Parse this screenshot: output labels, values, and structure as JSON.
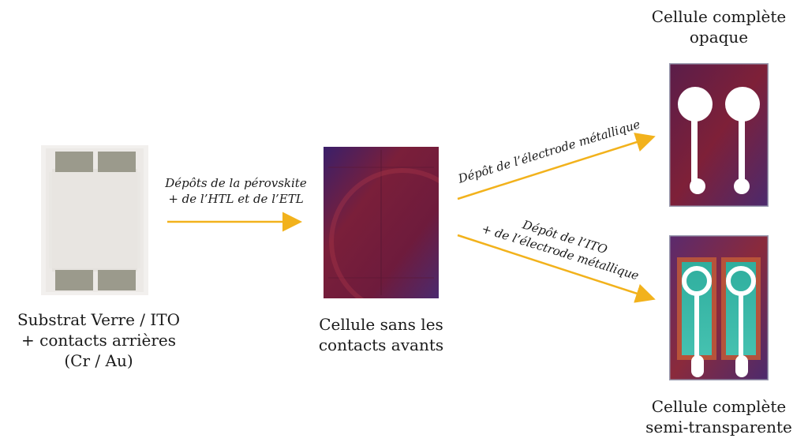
{
  "samples": {
    "substrate": {
      "label": "Substrat Verre / ITO\n+ contacts arrières\n(Cr / Au)"
    },
    "cell_no_contacts": {
      "label": "Cellule sans les\ncontacts avants"
    },
    "cell_opaque": {
      "label": "Cellule complète\nopaque"
    },
    "cell_semi": {
      "label": "Cellule complète\nsemi-transparente"
    }
  },
  "arrows": {
    "deposition_1": {
      "line1": "Dépôts de la pérovskite",
      "line2": "+ de l’HTL et de l’ETL"
    },
    "deposition_2": {
      "line1": "Dépôt de l’électrode métallique"
    },
    "deposition_3": {
      "line1": "Dépôt de l’ITO",
      "line2": "+ de l’électrode métallique"
    }
  },
  "colors": {
    "arrow": "#f2b21c",
    "perovskite": "#7a1f3a",
    "metal": "#ffffff",
    "ito_teal": "#3fb6a6",
    "gold_contact": "#9b9a8c"
  }
}
